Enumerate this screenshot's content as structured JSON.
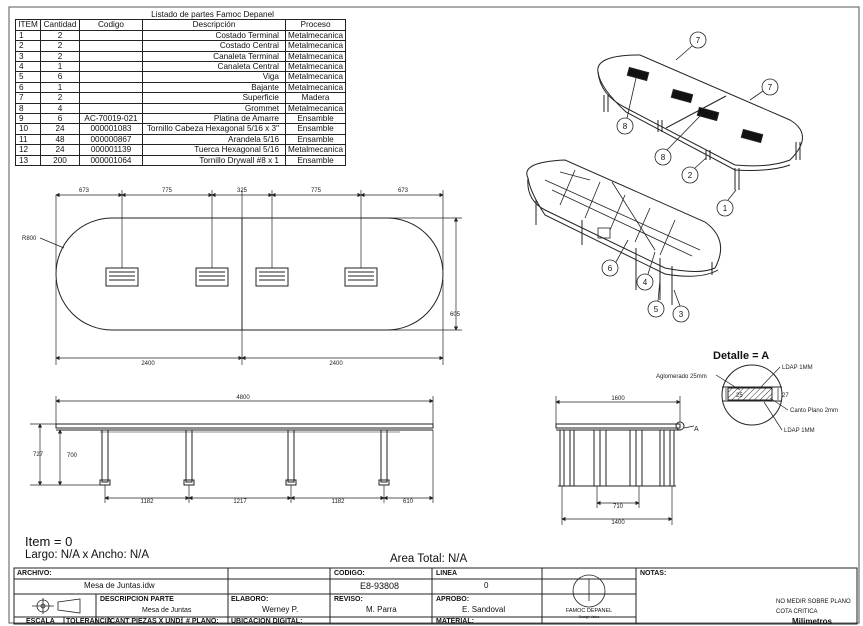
{
  "bom": {
    "title": "Listado de partes Famoc Depanel",
    "headers": [
      "ITEM",
      "Cantidad",
      "Codigo",
      "Descripción",
      "Proceso"
    ],
    "rows": [
      [
        "1",
        "2",
        "",
        "Costado Terminal",
        "Metalmecanica"
      ],
      [
        "2",
        "2",
        "",
        "Costado Central",
        "Metalmecanica"
      ],
      [
        "3",
        "2",
        "",
        "Canaleta Terminal",
        "Metalmecanica"
      ],
      [
        "4",
        "1",
        "",
        "Canaleta Central",
        "Metalmecanica"
      ],
      [
        "5",
        "6",
        "",
        "Viga",
        "Metalmecanica"
      ],
      [
        "6",
        "1",
        "",
        "Bajante",
        "Metalmecanica"
      ],
      [
        "7",
        "2",
        "",
        "Superficie",
        "Madera"
      ],
      [
        "8",
        "4",
        "",
        "Grommet",
        "Metalmecanica"
      ],
      [
        "9",
        "6",
        "AC-70019-021",
        "Platina de Amarre",
        "Ensamble"
      ],
      [
        "10",
        "24",
        "000001083",
        "Tornillo Cabeza Hexagonal 5/16 x 3\"",
        "Ensamble"
      ],
      [
        "11",
        "48",
        "000000867",
        "Arandela 5/16",
        "Ensamble"
      ],
      [
        "12",
        "24",
        "000001139",
        "Tuerca Hexagonal 5/16",
        "Metalmecanica"
      ],
      [
        "13",
        "200",
        "000001064",
        "Tornillo Drywall  #8 x 1",
        "Ensamble"
      ]
    ]
  },
  "top_view": {
    "dims_top": [
      "673",
      "775",
      "325",
      "775",
      "673"
    ],
    "radius": "R800",
    "width_dim": "605",
    "bottom_dims": [
      "2400",
      "2400"
    ]
  },
  "front_view": {
    "total": "4800",
    "height_a": "727",
    "height_b": "700",
    "bottom_dims": [
      "1182",
      "1217",
      "1182",
      "610"
    ]
  },
  "side_view": {
    "top": "1600",
    "mid": "710",
    "bottom": "1400",
    "detail_marker": "A"
  },
  "detail": {
    "title": "Detalle = A",
    "labels": {
      "aglomerado": "Aglomerado 25mm",
      "ldap_top": "LDAP 1MM",
      "canto": "Canto Plano 2mm",
      "ldap_bottom": "LDAP 1MM",
      "left_dim": "25",
      "right_dim": "27"
    }
  },
  "iso_balloons": {
    "top": [
      "7",
      "7",
      "8",
      "8",
      "2",
      "1"
    ],
    "bottom": [
      "6",
      "4",
      "5",
      "3"
    ]
  },
  "info": {
    "item": "Item = 0",
    "size": "Largo: N/A x Ancho: N/A",
    "area": "Area Total: N/A"
  },
  "title_block": {
    "archivo_label": "ARCHIVO:",
    "archivo": "Mesa de Juntas.idw",
    "codigo_label": "CODIGO:",
    "codigo": "E8-93808",
    "linea_label": "LINEA",
    "linea": "0",
    "notas_label": "NOTAS:",
    "descripcion_label": "DESCRIPCION PARTE",
    "descripcion": "Mesa de Juntas",
    "elaboro_label": "ELABORO:",
    "elaboro": "Werney P.",
    "reviso_label": "REVISO:",
    "reviso": "M. Parra",
    "aprobo_label": "APROBO:",
    "aprobo": "E. Sandoval",
    "logo_text": "FAMOC DEPANEL",
    "logo_sub": "Design Value",
    "escala_label": "ESCALA",
    "tolerancia_label": "TOLERANCIA",
    "cant_label": "CANT PIEZAS X UND:",
    "plano_label": "# PLANO:",
    "ubicacion_label": "UBICACION DIGITAL:",
    "material_label": "MATERIAL:",
    "no_medir": "NO MEDIR SOBRE PLANO",
    "cota": "COTA CRITICA",
    "milimetros": "Milimetros"
  }
}
